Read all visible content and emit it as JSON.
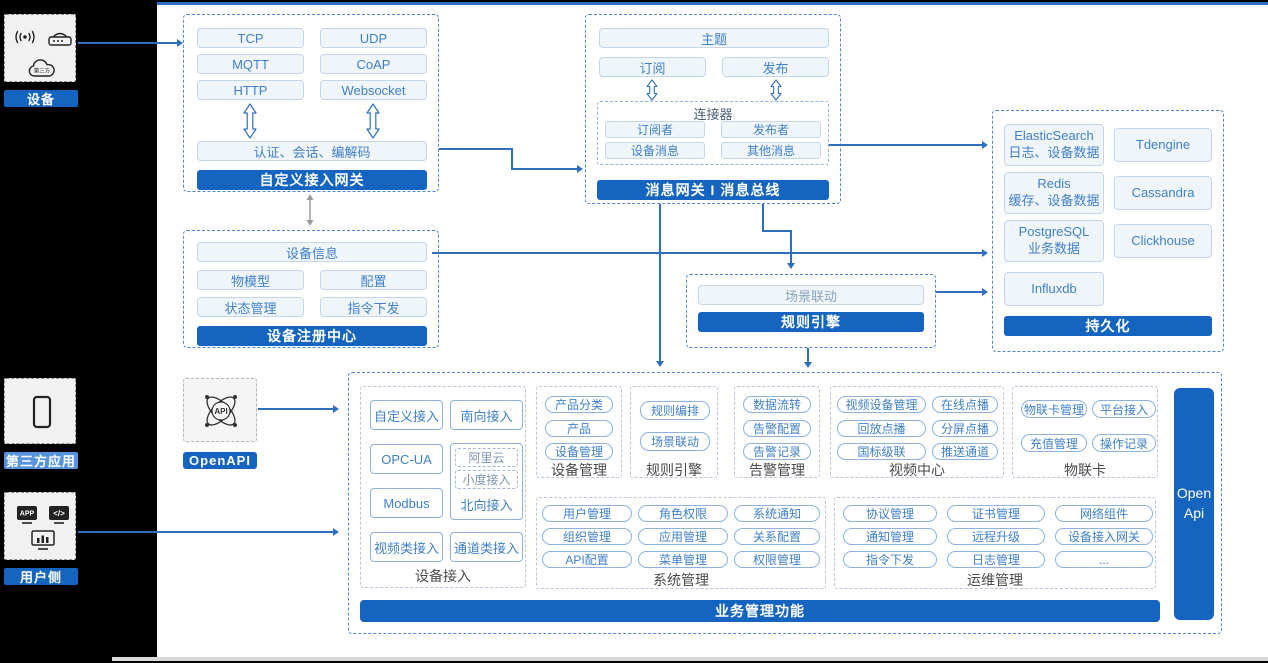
{
  "left_rail": {
    "device": {
      "label": "设备",
      "cloud_text": "第三方"
    },
    "third_party": {
      "label": "第三方应用"
    },
    "user_side": {
      "label": "用户侧",
      "app_text": "APP",
      "code_text": "</>"
    },
    "openapi": {
      "label": "OpenAPI",
      "icon_text": "API"
    }
  },
  "gateway_box": {
    "pills": [
      "TCP",
      "UDP",
      "MQTT",
      "CoAP",
      "HTTP",
      "Websocket"
    ],
    "session": "认证、会话、编解码",
    "title": "自定义接入网关"
  },
  "message_box": {
    "topic": "主题",
    "subscribe": "订阅",
    "publish": "发布",
    "connector_title": "连接器",
    "connector_pills": [
      "订阅者",
      "发布者",
      "设备消息",
      "其他消息"
    ],
    "title": "消息网关 I 消息总线"
  },
  "registry_box": {
    "top": "设备信息",
    "pills": [
      "物模型",
      "配置",
      "状态管理",
      "指令下发"
    ],
    "title": "设备注册中心"
  },
  "rule_box": {
    "pill": "场景联动",
    "title": "规则引擎"
  },
  "persistence_box": {
    "cells": [
      {
        "name": "ElasticSearch",
        "desc": "日志、设备数据"
      },
      {
        "name": "Tdengine",
        "desc": ""
      },
      {
        "name": "Redis",
        "desc": "缓存、设备数据"
      },
      {
        "name": "Cassandra",
        "desc": ""
      },
      {
        "name": "PostgreSQL",
        "desc": "业务数据"
      },
      {
        "name": "Clickhouse",
        "desc": ""
      },
      {
        "name": "Influxdb",
        "desc": ""
      }
    ],
    "title": "持久化"
  },
  "platform_box": {
    "device_access": {
      "label": "设备接入",
      "pills": [
        "自定义接入",
        "南向接入",
        "OPC-UA",
        "Modbus",
        "视频类接入",
        "通道类接入"
      ],
      "north": {
        "label": "北向接入",
        "sub": [
          "阿里云",
          "小度接入"
        ]
      }
    },
    "sections_top": [
      {
        "label": "设备管理",
        "pills": [
          "产品分类",
          "产品",
          "设备管理"
        ]
      },
      {
        "label": "规则引擎",
        "pills": [
          "规则编排",
          "场景联动"
        ]
      },
      {
        "label": "告警管理",
        "pills": [
          "数据流转",
          "告警配置",
          "告警记录"
        ]
      },
      {
        "label": "视频中心",
        "pills": [
          "视频设备管理",
          "在线点播",
          "回放点播",
          "分屏点播",
          "国标级联",
          "推送通道"
        ]
      },
      {
        "label": "物联卡",
        "pills": [
          "物联卡管理",
          "平台接入",
          "充值管理",
          "操作记录"
        ]
      }
    ],
    "sections_bottom": [
      {
        "label": "系统管理",
        "pills": [
          "用户管理",
          "角色权限",
          "系统通知",
          "组织管理",
          "应用管理",
          "关系配置",
          "API配置",
          "菜单管理",
          "权限管理"
        ]
      },
      {
        "label": "运维管理",
        "pills": [
          "协议管理",
          "证书管理",
          "网络组件",
          "通知管理",
          "远程升级",
          "设备接入网关",
          "指令下发",
          "日志管理",
          "..."
        ]
      }
    ],
    "open_api": {
      "line1": "Open",
      "line2": "Api"
    },
    "footer": "业务管理功能"
  },
  "colors": {
    "accent": "#1565c0",
    "accent_light": "#5593dd",
    "line": "#2e6fc0",
    "pill_text": "#4080c8"
  }
}
